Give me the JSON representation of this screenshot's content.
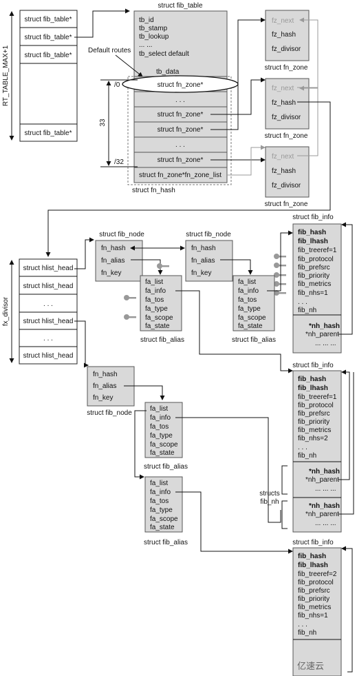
{
  "labels": {
    "fib_table_top": "struct fib_table",
    "fib_table_ptr": "struct fib_table*",
    "rt_table_max": "RT_TABLE_MAX+1",
    "tb_id": "tb_id",
    "tb_stamp": "tb_stamp",
    "tb_lookup": "tb_lookup",
    "dots_row": "... ...",
    "tb_select_default": "tb_select default",
    "default_routes": "Default routes",
    "tb_data": "tb_data",
    "zone_slash0": "/0",
    "zone_slash32": "/32",
    "zone_33": "33",
    "fn_zone_ptr": "struct fn_zone*",
    "vdots": ". . .",
    "fn_zone_list": "struct fn_zone*fn_zone_list",
    "fn_hash": "struct fn_hash",
    "fz_next": "fz_next",
    "fz_hash": "fz_hash",
    "fz_divisor": "fz_divisor",
    "fn_zone": "struct fn_zone",
    "hlist_head": "struct hlist_head",
    "fx_divisor": "fx_divisor",
    "fib_node": "struct fib_node",
    "fn_hash_f": "fn_hash",
    "fn_alias": "fn_alias",
    "fn_key": "fn_key",
    "fa_list": "fa_list",
    "fa_info": "fa_info",
    "fa_tos": "fa_tos",
    "fa_type": "fa_type",
    "fa_scope": "fa_scope",
    "fa_state": "fa_state",
    "fib_alias": "struct fib_alias",
    "fib_info": "struct fib_info",
    "fib_hash": "fib_hash",
    "fib_lhash": "fib_lhash",
    "fib_treeref1": "fib_treeref=1",
    "fib_treeref2": "fib_treeref=2",
    "fib_protocol": "fib_protocol",
    "fib_prefsrc": "fib_prefsrc",
    "fib_priority": "fib_priority",
    "fib_metrics": "fib_metrics",
    "fib_nhs1": "fib_nhs=1",
    "fib_nhs2": "fib_nhs=2",
    "dots_small": ". . .",
    "fib_nh": "fib_nh",
    "nh_hash": "*nh_hash",
    "nh_parent": "*nh_parent",
    "nh_dots": "... ... ...",
    "structs": "structs",
    "fib_nh_label": "fib_nh"
  },
  "watermark": "亿速云"
}
